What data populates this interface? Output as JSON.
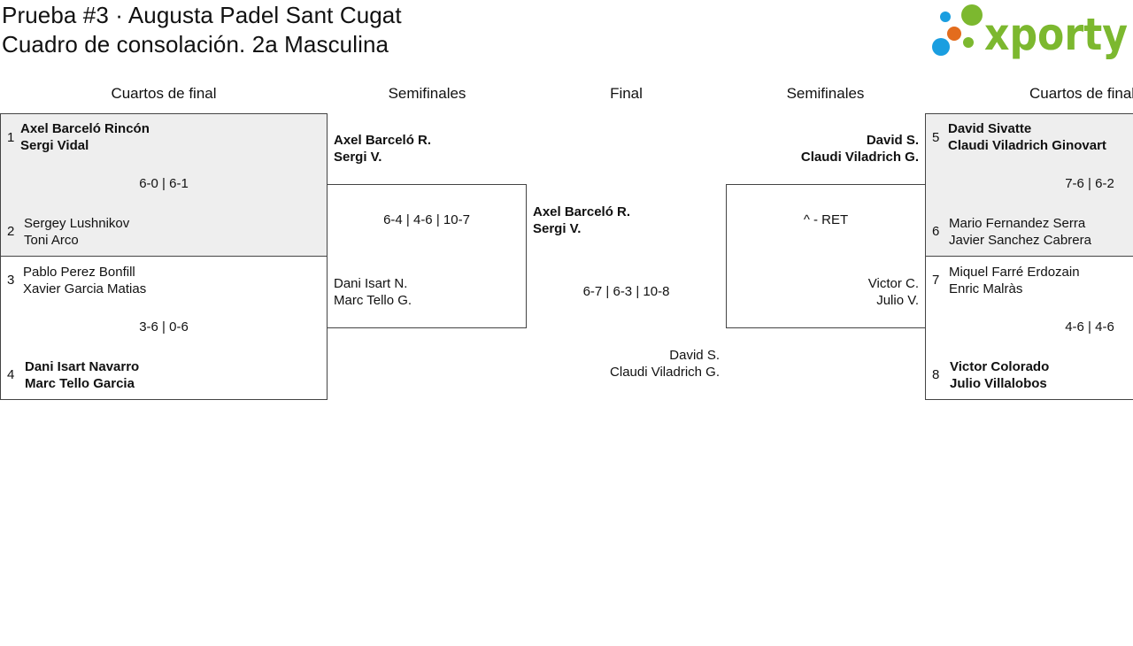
{
  "header": {
    "line1": "Prueba #3 · Augusta Padel Sant Cugat",
    "line2": "Cuadro de consolación. 2a Masculina",
    "logo_text": "xporty",
    "logo_colors": {
      "green": "#7cb82f",
      "orange": "#e36c1d",
      "blue": "#1a9ee0"
    }
  },
  "rounds": {
    "left_quarters": "Cuartos de final",
    "left_semis": "Semifinales",
    "final": "Final",
    "right_semis": "Semifinales",
    "right_quarters": "Cuartos de final"
  },
  "left_quarters": {
    "match1": {
      "top": {
        "seed": "1",
        "p1": "Axel Barceló Rincón",
        "p2": "Sergi Vidal"
      },
      "score": "6-0 | 6-1",
      "bottom": {
        "seed": "2",
        "p1": "Sergey Lushnikov",
        "p2": "Toni Arco"
      }
    },
    "match2": {
      "top": {
        "seed": "3",
        "p1": "Pablo Perez Bonfill",
        "p2": "Xavier Garcia Matias"
      },
      "score": "3-6 | 0-6",
      "bottom": {
        "seed": "4",
        "p1": "Dani Isart Navarro",
        "p2": "Marc Tello Garcia"
      }
    }
  },
  "left_semi": {
    "top": {
      "p1": "Axel Barceló R.",
      "p2": "Sergi V."
    },
    "score": "6-4 | 4-6 | 10-7",
    "bottom": {
      "p1": "Dani Isart N.",
      "p2": "Marc Tello G."
    }
  },
  "final": {
    "top": {
      "p1": "Axel Barceló R.",
      "p2": "Sergi V."
    },
    "score": "6-7 | 6-3 | 10-8",
    "bottom": {
      "p1": "David S.",
      "p2": "Claudi Viladrich G."
    }
  },
  "right_semi": {
    "top": {
      "p1": "David S.",
      "p2": "Claudi Viladrich G."
    },
    "score": "^ - RET",
    "bottom": {
      "p1": "Victor C.",
      "p2": "Julio V."
    }
  },
  "right_quarters": {
    "match1": {
      "top": {
        "seed": "5",
        "p1": "David Sivatte",
        "p2": "Claudi Viladrich Ginovart"
      },
      "score": "7-6 | 6-2",
      "bottom": {
        "seed": "6",
        "p1": "Mario Fernandez Serra",
        "p2": "Javier Sanchez Cabrera"
      }
    },
    "match2": {
      "top": {
        "seed": "7",
        "p1": "Miquel Farré Erdozain",
        "p2": "Enric Malràs"
      },
      "score": "4-6 | 4-6",
      "bottom": {
        "seed": "8",
        "p1": "Victor Colorado",
        "p2": "Julio Villalobos"
      }
    }
  }
}
